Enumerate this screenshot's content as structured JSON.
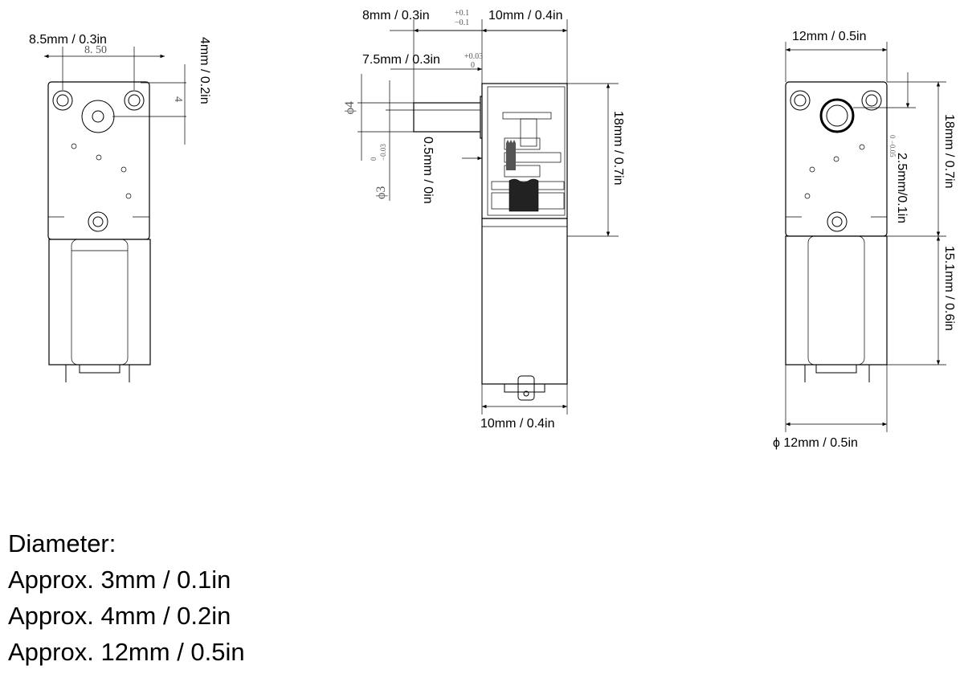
{
  "views": {
    "front": {
      "dim_width": "8.5mm / 0.3in",
      "dim_width_cad": "8. 50",
      "dim_offset": "4mm / 0.2in",
      "dim_offset_cad": "4"
    },
    "side": {
      "dim_shaft_length": "8mm / 0.3in",
      "dim_shaft_length_tol_plus": "+0.1",
      "dim_shaft_length_tol_minus": "−0.1",
      "dim_gearbox_length": "10mm / 0.4in",
      "dim_flat_length": "7.5mm / 0.3in",
      "dim_flat_length_tol_plus": "+0.03",
      "dim_flat_length_tol_minus": "0",
      "dim_shaft_dia_cad": "ϕ4",
      "dim_flat_dia_cad": "ϕ3",
      "dim_flat_dia_tol_plus": "0",
      "dim_flat_dia_tol_minus": "−0.03",
      "dim_flat_depth": "0.5mm / 0in",
      "dim_gearbox_height": "18mm / 0.7in",
      "dim_motor_width": "10mm / 0.4in"
    },
    "back": {
      "dim_width": "12mm / 0.5in",
      "dim_gearbox_height": "18mm / 0.7in",
      "dim_shaft_offset": "2.5mm/0.1in",
      "dim_shaft_offset_tol": "0 −0.05",
      "dim_motor_length": "15.1mm / 0.6in",
      "dim_diameter": "ϕ 12mm / 0.5in"
    }
  },
  "specs": {
    "heading": "Diameter:",
    "lines": [
      "Approx. 3mm / 0.1in",
      "Approx. 4mm / 0.2in",
      "Approx. 12mm / 0.5in"
    ]
  }
}
